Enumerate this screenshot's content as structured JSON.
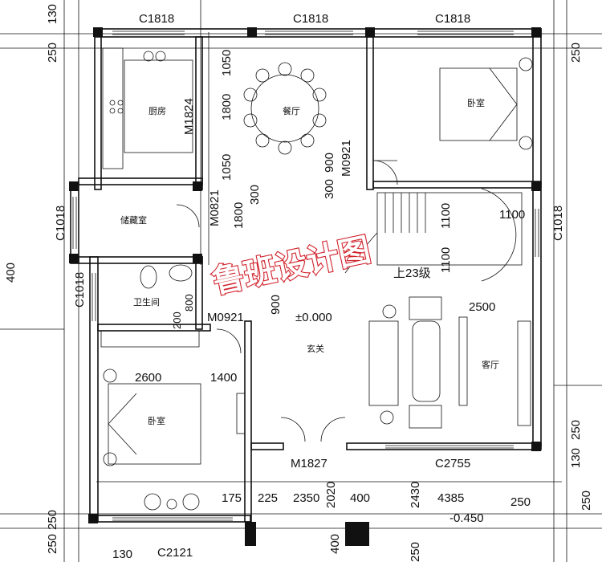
{
  "watermark": "鲁班设计图",
  "rooms": {
    "kitchen": "厨房",
    "dining": "餐厅",
    "bedroom_ne": "卧室",
    "storage": "储藏室",
    "bathroom": "卫生间",
    "foyer": "玄关",
    "living": "客厅",
    "bedroom_sw": "卧室"
  },
  "stair_label": "上23级",
  "levels": {
    "main": "±0.000",
    "outside": "-0.450"
  },
  "doors": [
    "M1824",
    "M0921",
    "M0821",
    "M0921",
    "M1827"
  ],
  "windows": [
    "C1818",
    "C1818",
    "C1818",
    "C1018",
    "C1018",
    "C1018",
    "C2121",
    "C2755"
  ],
  "dimensions": {
    "top_left": [
      "130",
      "250"
    ],
    "top_right": [
      "250"
    ],
    "left_mid": "400",
    "left_bottom": [
      "250",
      "250",
      "130"
    ],
    "right_bottom": [
      "250",
      "130",
      "250"
    ],
    "dining_col": [
      "1050",
      "1800",
      "1050",
      "300",
      "900",
      "300",
      "1800"
    ],
    "bath_col": [
      "800",
      "200"
    ],
    "stair": [
      "1100",
      "1100",
      "1100"
    ],
    "living_w": "2500",
    "foyer_h": "900",
    "bedroom_row": [
      "2600",
      "1400"
    ],
    "bottom_row": [
      "175",
      "225",
      "2350",
      "2020",
      "400",
      "2430",
      "4385",
      "250"
    ],
    "bottom_extra": [
      "400",
      "250"
    ]
  }
}
